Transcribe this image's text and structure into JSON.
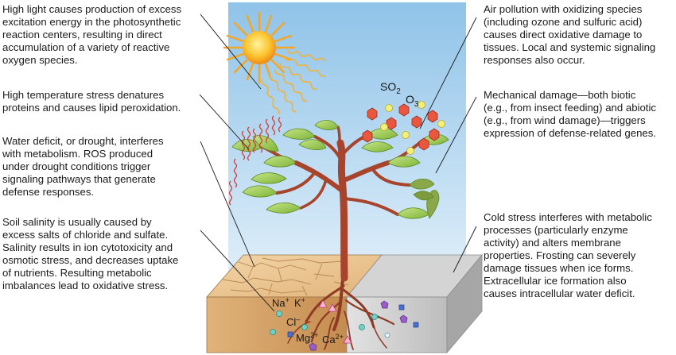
{
  "captions": {
    "light": [
      "High light causes production of excess",
      "excitation energy in the photosynthetic",
      "reaction centers, resulting in direct",
      "accumulation of a variety of reactive",
      "oxygen species."
    ],
    "heat": [
      "High temperature stress denatures",
      "proteins and causes lipid peroxidation."
    ],
    "drought": [
      "Water deficit, or drought, interferes",
      "with metabolism. ROS produced",
      "under drought conditions trigger",
      "signaling pathways that generate",
      "defense responses."
    ],
    "salinity": [
      "Soil salinity is usually caused by",
      "excess salts of chloride and sulfate.",
      "Salinity results in ion cytotoxicity and",
      "osmotic stress, and decreases uptake",
      "of nutrients. Resulting metabolic",
      "imbalances lead to oxidative stress."
    ],
    "air": [
      "Air pollution with oxidizing species",
      "(including ozone and sulfuric acid)",
      "causes direct oxidative damage to",
      "tissues. Local and systemic signaling",
      "responses also occur."
    ],
    "mechanical": [
      "Mechanical damage—both biotic",
      "(e.g., from insect feeding) and abiotic",
      "(e.g., from wind damage)—triggers",
      "expression of defense-related genes."
    ],
    "cold": [
      "Cold stress interferes with metabolic",
      "processes (particularly enzyme",
      "activity) and alters membrane",
      "properties. Frosting can severely",
      "damage tissues when ice forms.",
      "Extracellular ice formation also",
      "causes intracellular water deficit."
    ]
  },
  "molecules": {
    "so": "SO",
    "so_sub": "2",
    "o": "O",
    "o_sub": "3"
  },
  "ions": {
    "na": "Na",
    "na_sup": "+",
    "k": "K",
    "k_sup": "+",
    "cl": "Cl",
    "cl_sup": "–",
    "mg": "Mg",
    "mg_sup": "2+",
    "ca": "Ca",
    "ca_sup": "2+"
  },
  "colors": {
    "sky_top": "#8fc3e8",
    "sky_bottom": "#e4f1fa",
    "sun": "#f5a623",
    "leaf": "#9ccf4e",
    "trunk": "#b5472f",
    "soil": "#d9a86c",
    "cold_block": "#c8c8c8"
  }
}
